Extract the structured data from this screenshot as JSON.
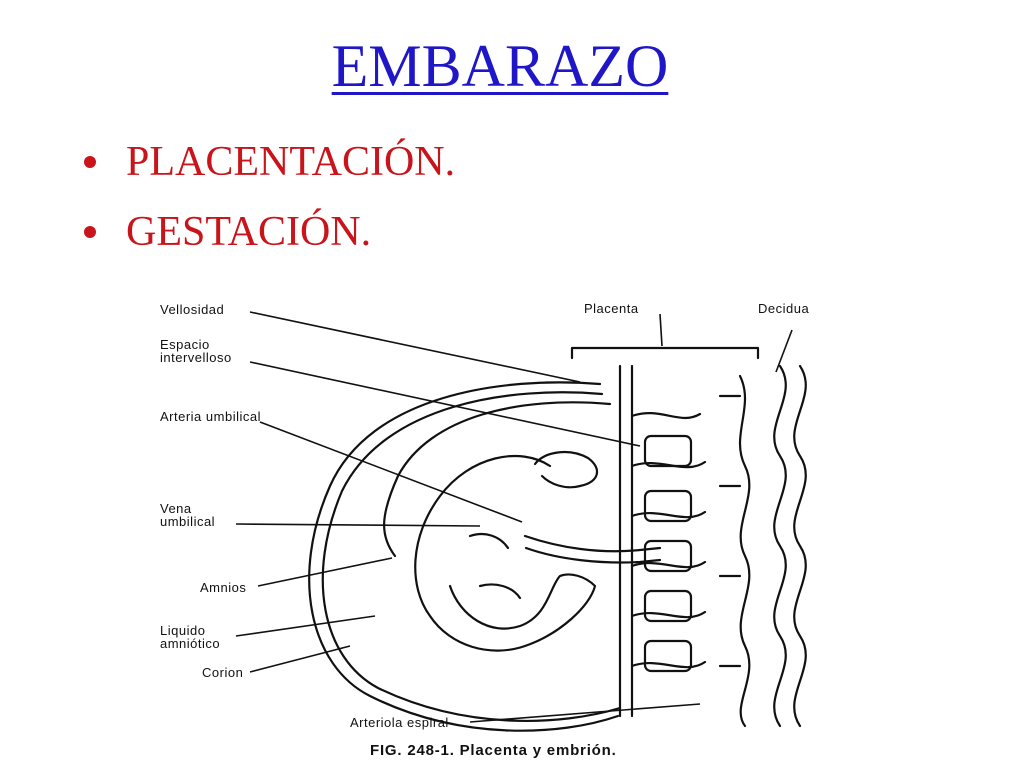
{
  "slide": {
    "title": "EMBARAZO",
    "bullets": [
      "PLACENTACIÓN.",
      "GESTACIÓN."
    ]
  },
  "figure": {
    "labels": {
      "vellosidad": "Vellosidad",
      "espacio_intervelloso": "Espacio\nintervelloso",
      "arteria_umbilical": "Arteria umbilical",
      "vena_umbilical": "Vena\numbilical",
      "amnios": "Amnios",
      "liquido_amniotico": "Liquido\namniótico",
      "corion": "Corion",
      "arteriola_espiral": "Arteriola espiral",
      "placenta": "Placenta",
      "decidua": "Decidua"
    },
    "caption": "FIG. 248-1.  Placenta y embrión."
  },
  "colors": {
    "title": "#1f16c8",
    "bullet_text": "#c8141a",
    "diagram_ink": "#111111"
  }
}
